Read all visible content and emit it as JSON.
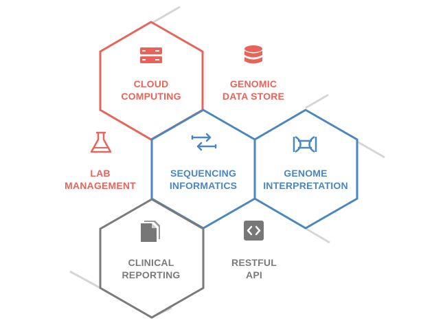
{
  "colors": {
    "red": "#e8645a",
    "blue": "#4a86c0",
    "gray": "#7a7a7a",
    "line": "#d5d5d5"
  },
  "nodes": {
    "cloud": {
      "line1": "CLOUD",
      "line2": "COMPUTING",
      "icon": "server-icon",
      "color": "red"
    },
    "genomic": {
      "line1": "GENOMIC",
      "line2": "DATA STORE",
      "icon": "database-icon",
      "color": "red"
    },
    "lab": {
      "line1": "LAB",
      "line2": "MANAGEMENT",
      "icon": "flask-icon",
      "color": "red"
    },
    "seq": {
      "line1": "SEQUENCING",
      "line2": "INFORMATICS",
      "icon": "arrows-icon",
      "color": "blue"
    },
    "genome": {
      "line1": "GENOME",
      "line2": "INTERPRETATION",
      "icon": "dna-icon",
      "color": "blue"
    },
    "clinical": {
      "line1": "CLINICAL",
      "line2": "REPORTING",
      "icon": "files-icon",
      "color": "gray"
    },
    "restful": {
      "line1": "RESTFUL",
      "line2": "API",
      "icon": "code-icon",
      "color": "gray"
    }
  }
}
